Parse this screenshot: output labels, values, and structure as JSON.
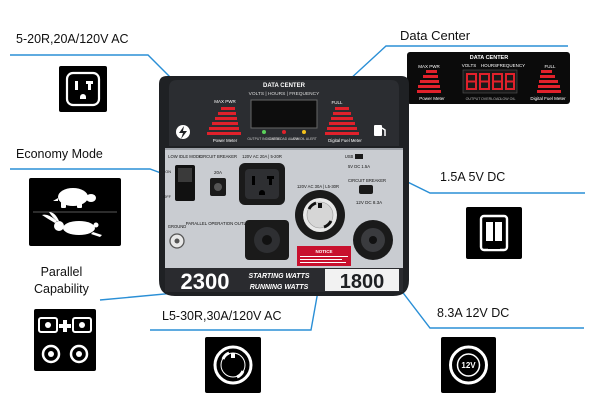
{
  "callouts": {
    "outlet_5_20r": "5-20R,20A/120V AC",
    "data_center": "Data Center",
    "economy_mode": "Economy Mode",
    "usb": "1.5A 5V DC",
    "parallel": "Parallel\nCapability",
    "outlet_l5_30r": "L5-30R,30A/120V AC",
    "dc_12v": "8.3A 12V DC"
  },
  "panel": {
    "data_center_title": "DATA CENTER",
    "data_center_modes": "VOLTS | HOURS | FREQUENCY",
    "max_pwr": "MAX PWR",
    "full": "FULL",
    "power_meter": "Power Meter",
    "digital_fuel_meter": "Digital Fuel Meter",
    "indicators": [
      "OUTPUT INDICATOR",
      "OVERLOAD ALARM",
      "LOW OIL ALERT"
    ],
    "low_idle": "LOW IDLE MODE",
    "on": "ON",
    "off": "OFF",
    "circuit_breaker": "CIRCUIT BREAKER",
    "breaker_20a": "20A",
    "outlet_5_20r_label": "120V AC 20A | 5-20R",
    "outlet_l5_30r_label": "120V AC 30A | L5-30R",
    "usb_label": "USB",
    "usb_rating": "5V DC 1.5A",
    "dc_breaker": "CIRCUIT BREAKER",
    "dc_label": "12V DC 8.3A",
    "ground": "GROUND",
    "parallel_outlets": "PARALLEL OPERATION OUTLETS",
    "notice": "NOTICE",
    "starting_watts_value": "2300",
    "starting_watts_label": "STARTING WATTS",
    "running_watts_label": "RUNNING WATTS",
    "running_watts_value": "1800"
  },
  "inset": {
    "title": "DATA CENTER",
    "modes": [
      "VOLTS",
      "HOURS",
      "FREQUENCY"
    ],
    "max_pwr": "MAX PWR",
    "full": "FULL",
    "power_meter": "Power Meter",
    "digital_fuel_meter": "Digital Fuel Meter",
    "indicators": [
      "OUTPUT",
      "OVERLOAD",
      "LOW OIL"
    ]
  },
  "icons": {
    "dc_socket_text": "12V"
  },
  "colors": {
    "leader_line": "#2a8fd6",
    "panel_silver": "#c9ccd1",
    "panel_dark": "#1f2124",
    "notice_red": "#c8102e",
    "lcd_red": "#e0212b",
    "brand_blue": "#1c6fb8"
  }
}
